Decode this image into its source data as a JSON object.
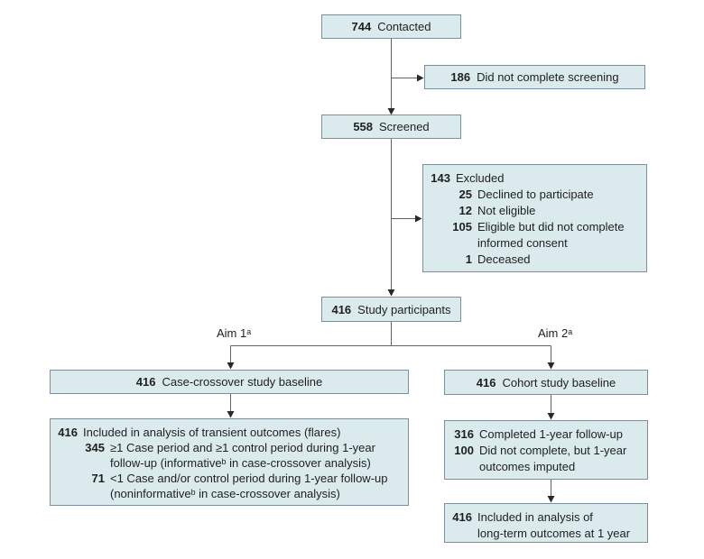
{
  "colors": {
    "box_fill": "#dbeaed",
    "box_border": "#7d9097",
    "connector": "#5d6367",
    "arrowhead": "#27292b",
    "text": "#1f1f1f"
  },
  "boxes": {
    "contacted": {
      "number": "744",
      "label": "Contacted"
    },
    "not_screened": {
      "number": "186",
      "label": "Did not complete screening"
    },
    "screened": {
      "number": "558",
      "label": "Screened"
    },
    "excluded": {
      "number": "143",
      "label": "Excluded",
      "items": [
        {
          "number": "25",
          "label": "Declined to participate"
        },
        {
          "number": "12",
          "label": "Not eligible"
        },
        {
          "number": "105",
          "label": "Eligible but did not complete\ninformed consent"
        },
        {
          "number": "1",
          "label": "Deceased"
        }
      ]
    },
    "participants": {
      "number": "416",
      "label": "Study participants"
    },
    "case_crossover": {
      "number": "416",
      "label": "Case-crossover study baseline"
    },
    "cohort": {
      "number": "416",
      "label": "Cohort study baseline"
    },
    "flares": {
      "number": "416",
      "label": "Included in analysis of transient outcomes (flares)",
      "items": [
        {
          "number": "345",
          "label": "≥1 Case period and ≥1 control period during 1-year\nfollow-up (informativeᵇ in case-crossover analysis)"
        },
        {
          "number": "71",
          "label": "<1 Case and/or control period during 1-year follow-up\n(noninformativeᵇ in case-crossover analysis)"
        }
      ]
    },
    "follow_up": {
      "items": [
        {
          "number": "316",
          "label": "Completed 1-year follow-up"
        },
        {
          "number": "100",
          "label": "Did not complete, but 1-year\noutcomes imputed"
        }
      ]
    },
    "long_term": {
      "number": "416",
      "label": "Included in analysis of\nlong-term outcomes at 1 year"
    }
  },
  "branch_labels": {
    "aim1": "Aim 1ᵃ",
    "aim2": "Aim 2ᵃ"
  }
}
